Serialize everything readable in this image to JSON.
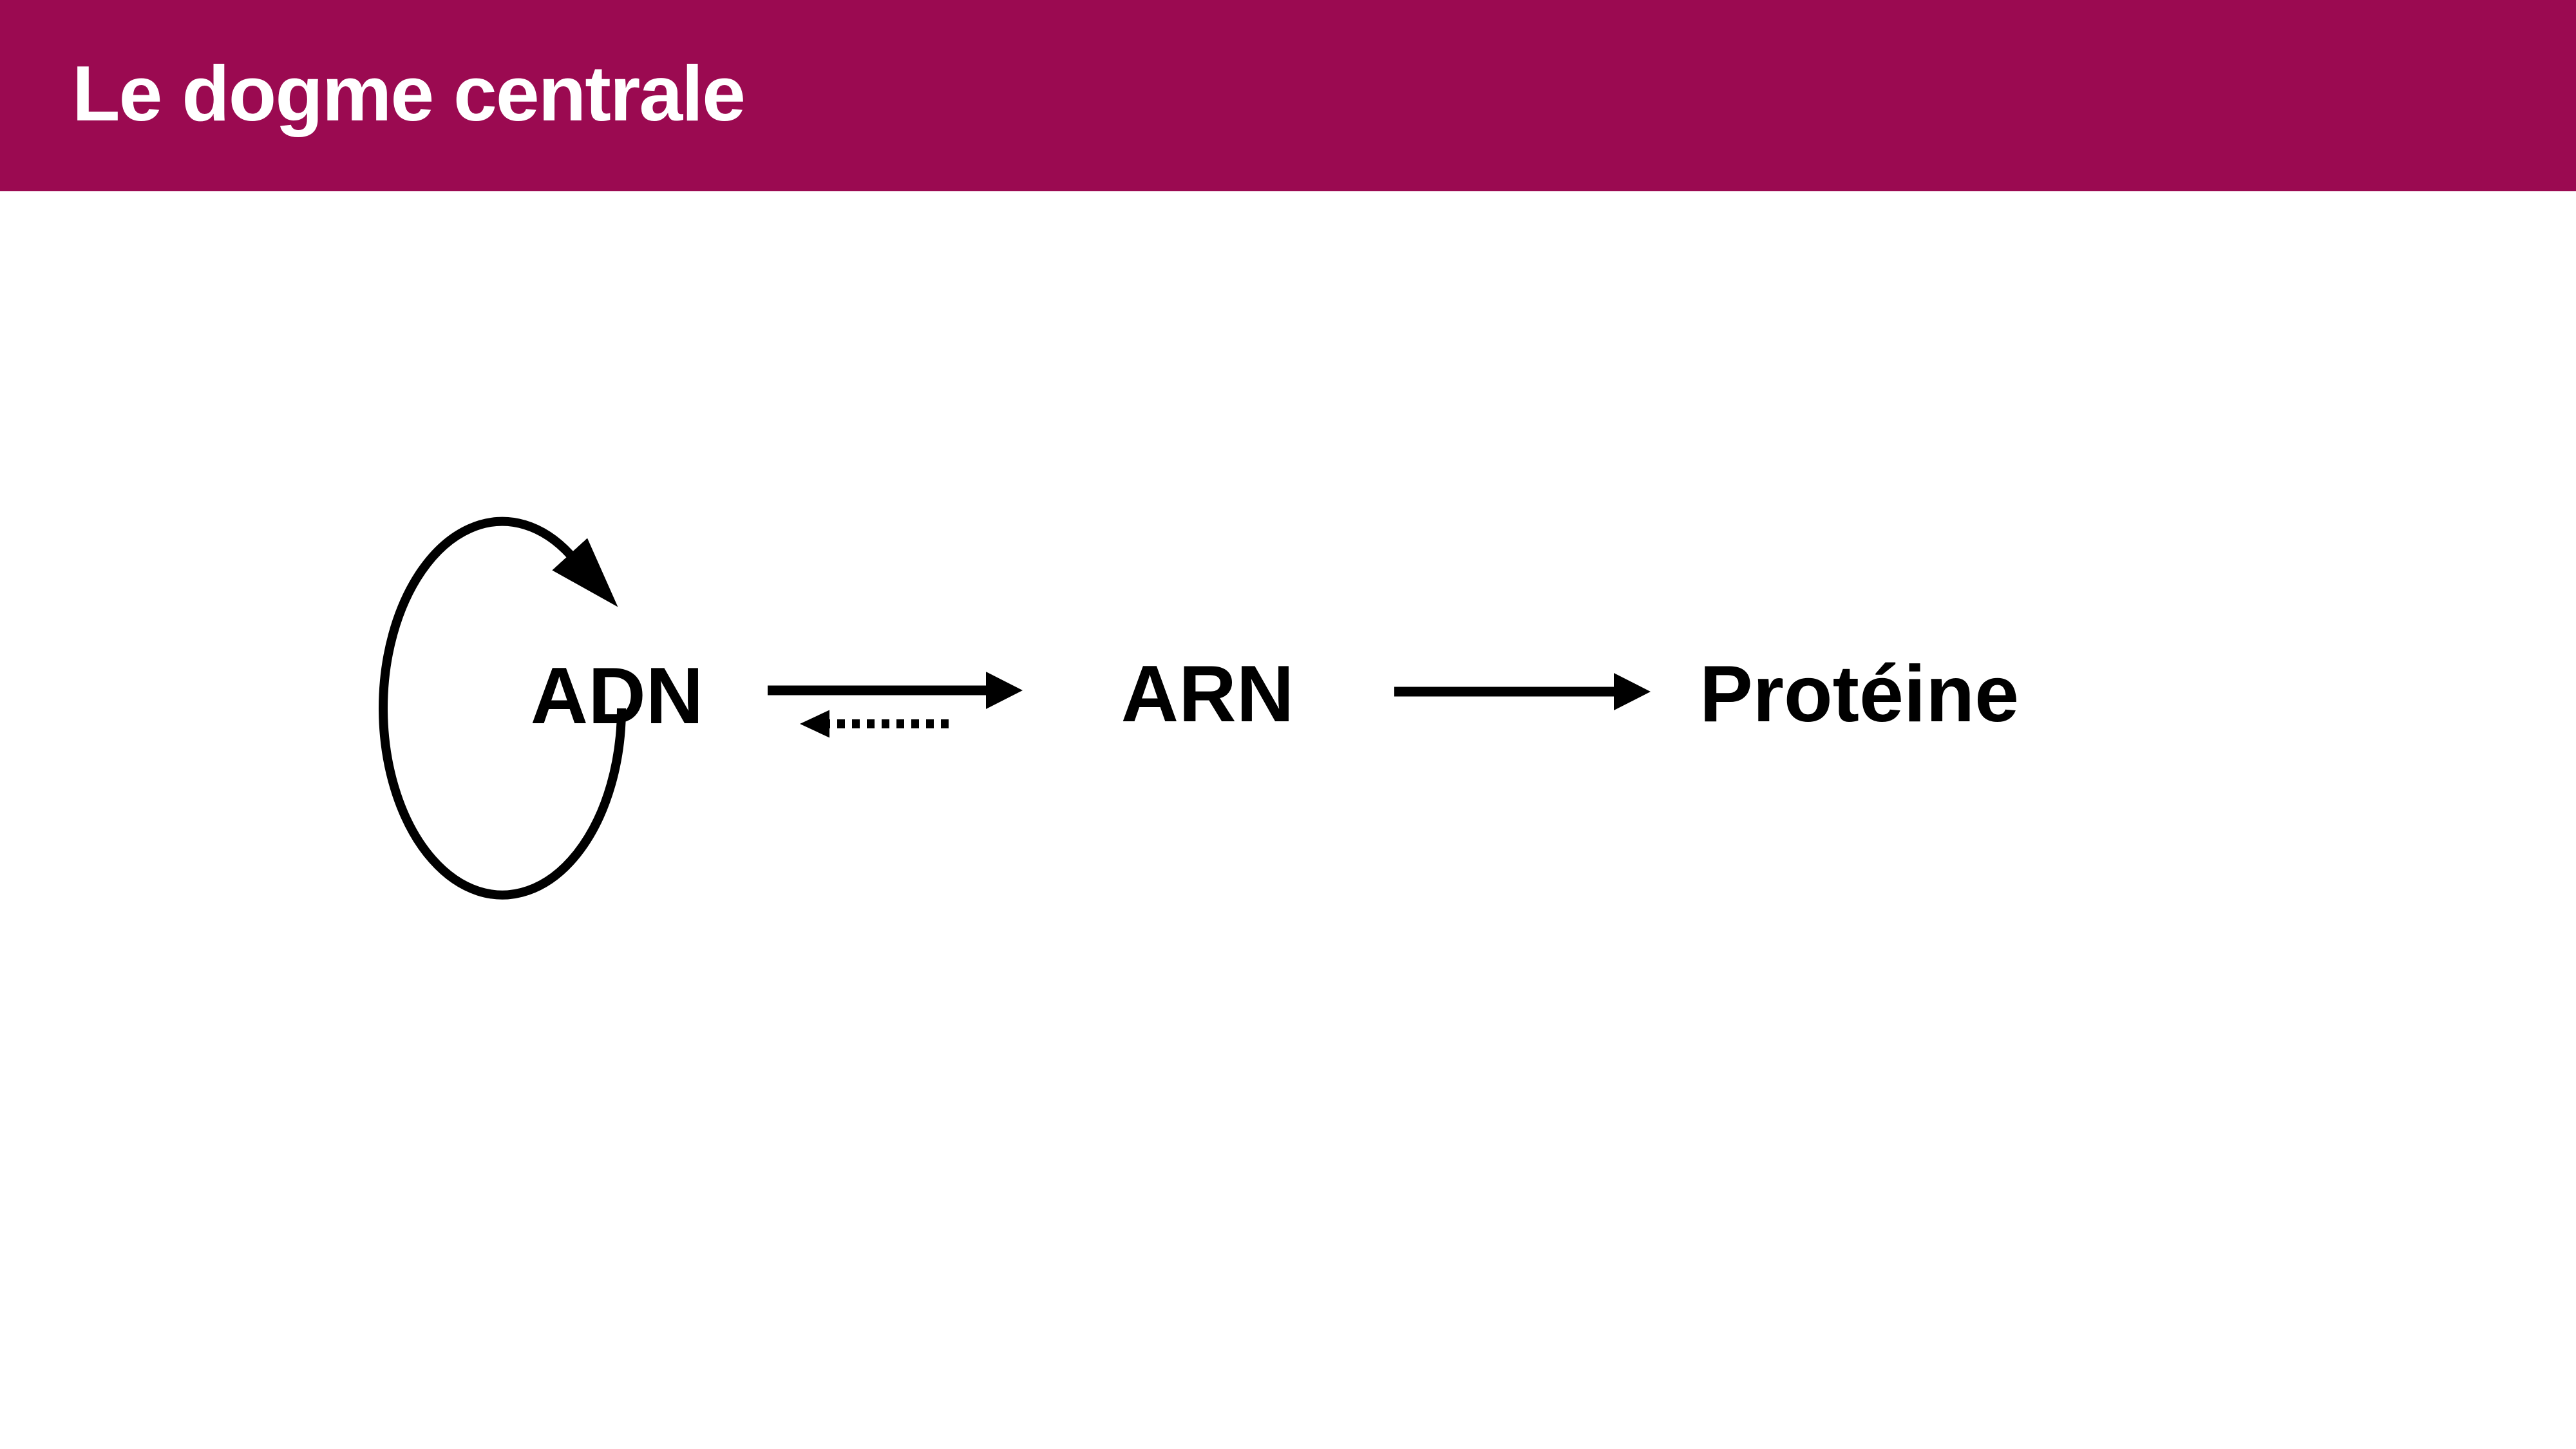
{
  "header": {
    "title": "Le dogme centrale",
    "background_color": "#9B0A51",
    "text_color": "#FFFFFF"
  },
  "diagram": {
    "ink_color": "#000000",
    "nodes": [
      {
        "id": "adn",
        "label": "ADN"
      },
      {
        "id": "arn",
        "label": "ARN"
      },
      {
        "id": "proteine",
        "label": "Protéine"
      }
    ],
    "edges": [
      {
        "name": "replication-self-loop",
        "from": "ADN",
        "to": "ADN",
        "style": "solid-loop"
      },
      {
        "name": "transcription",
        "from": "ADN",
        "to": "ARN",
        "style": "solid"
      },
      {
        "name": "reverse-transcription",
        "from": "ARN",
        "to": "ADN",
        "style": "dashed"
      },
      {
        "name": "translation",
        "from": "ARN",
        "to": "Protéine",
        "style": "solid"
      }
    ]
  }
}
